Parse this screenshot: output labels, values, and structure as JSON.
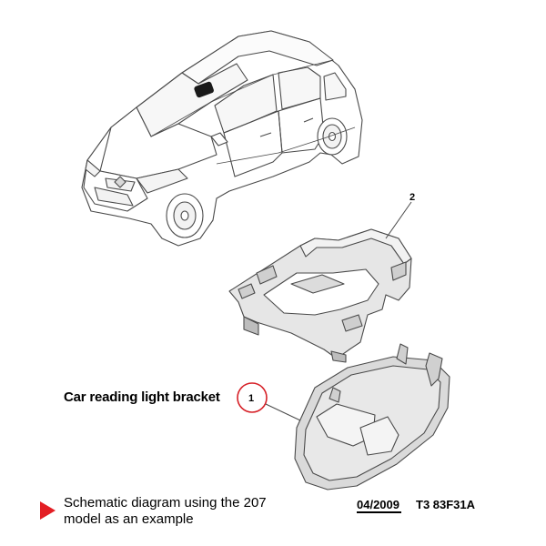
{
  "callouts": {
    "part_1": "1",
    "part_2": "2"
  },
  "caption": "Car reading light bracket",
  "note": "Schematic diagram using the 207 model as an example",
  "reference": {
    "date": "04/2009",
    "code": "T3 83F31A"
  },
  "colors": {
    "line": "#4a4a4a",
    "part_fill": "#e6e6e6",
    "part_shadow": "#bdbdbd",
    "highlight_circle": "#d61f26",
    "note_arrow": "#e31e24",
    "lamp_mark": "#1a1a1a"
  },
  "icons": {
    "note_marker": "red-triangle-arrow-icon"
  }
}
